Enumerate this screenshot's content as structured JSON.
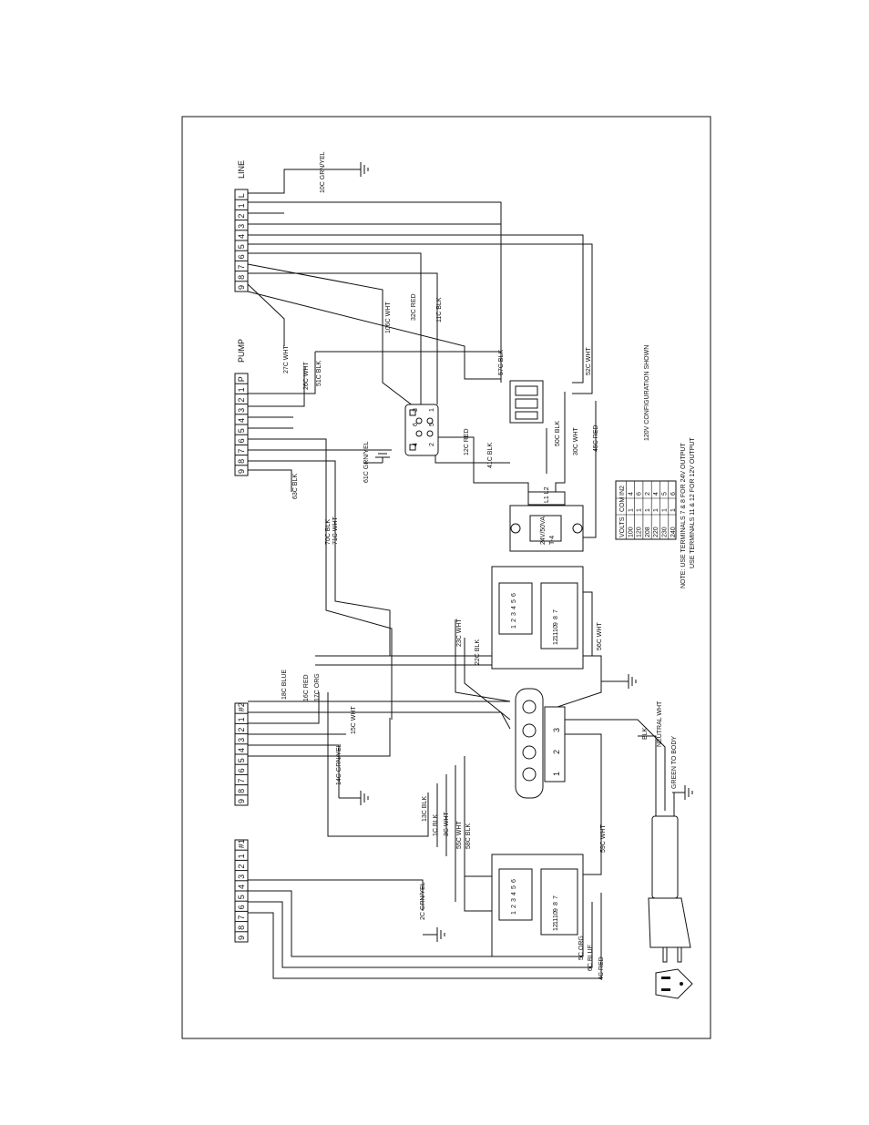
{
  "terminal_strips": [
    {
      "id": "line",
      "title": "LINE",
      "terminals": [
        "9",
        "8",
        "7",
        "6",
        "5",
        "4",
        "3",
        "2",
        "1",
        "L"
      ]
    },
    {
      "id": "pump",
      "title": "PUMP",
      "terminals": [
        "9",
        "8",
        "7",
        "6",
        "5",
        "4",
        "3",
        "2",
        "1",
        "P"
      ]
    },
    {
      "id": "s2",
      "title": "",
      "terminals": [
        "9",
        "8",
        "7",
        "6",
        "5",
        "4",
        "3",
        "2",
        "1",
        "#2"
      ]
    },
    {
      "id": "s1",
      "title": "",
      "terminals": [
        "9",
        "8",
        "7",
        "6",
        "5",
        "4",
        "3",
        "2",
        "1",
        "#1"
      ]
    }
  ],
  "wire_labels": {
    "w10c": "10C GRN/YEL",
    "w106c": "106C WHT",
    "w32c": "32C RED",
    "w11c": "11C BLK",
    "w27c": "27C WHT",
    "w26c": "26C WHT",
    "w51c": "51C BLK",
    "w57c": "57C BLK",
    "w52c": "52C WHT",
    "w12c": "12C RED",
    "w41c": "41C BLK",
    "w50c": "50C BLK",
    "w30c": "30C WHT",
    "w45c": "45C RED",
    "w61c": "61C GRN/YEL",
    "w63c": "63C BLK",
    "w70c": "70C BLK",
    "w71c": "71C WHT",
    "w23c": "23C WHT",
    "w22c": "22C BLK",
    "w56c": "56C WHT",
    "w18c": "18C BLUE",
    "w16c": "16C RED",
    "w17c": "17C ORG",
    "w15c": "15C WHT",
    "w14c": "14C GRN/YEL",
    "w13c": "13C BLK",
    "w1c": "1C BLK",
    "w3c": "3C WHT",
    "w55c": "55C WHT",
    "w58c": "58C BLK",
    "w59c": "59C WHT",
    "w2c": "2C GRN/YEL",
    "w5c": "5C ORG",
    "w6c": "6C BLUE",
    "w4c": "4C RED",
    "blk": "BLK",
    "neutral": "NEUTRAL WHT",
    "green": "GREEN TO BODY"
  },
  "transformer": {
    "rating": "24V/50VA",
    "id": "T-4",
    "taps": "L1 L2"
  },
  "config_note": "120V CONFIGURATION SHOWN",
  "voltage_table": {
    "headers": [
      "VOLTS",
      "COM",
      "IN2"
    ],
    "rows": [
      [
        "100",
        "1",
        "4"
      ],
      [
        "120",
        "1",
        "6"
      ],
      [
        "208",
        "1",
        "2"
      ],
      [
        "220",
        "1",
        "4"
      ],
      [
        "230",
        "1",
        "5"
      ],
      [
        "240",
        "1",
        "6"
      ]
    ]
  },
  "notes": [
    "NOTE: USE TERMINALS 7 & 8 FOR 24V OUTPUT",
    "USE TERMINALS 11 & 12 FOR 12V OUTPUT"
  ],
  "relay_terminals": {
    "top": [
      "3",
      "1"
    ],
    "mid": [
      "6",
      "5"
    ],
    "bottom": [
      "4",
      "2"
    ]
  },
  "switch_terminals": [
    "1",
    "2",
    "3"
  ],
  "controller_terminals": {
    "left_top": [
      "1",
      "2",
      "3"
    ],
    "left_bottom": [
      "4",
      "5",
      "6"
    ],
    "right_top": [
      "12",
      "11",
      "10",
      "9",
      "8",
      "7"
    ]
  },
  "relay2_terminals": [
    "12",
    "11",
    "2",
    "1"
  ]
}
